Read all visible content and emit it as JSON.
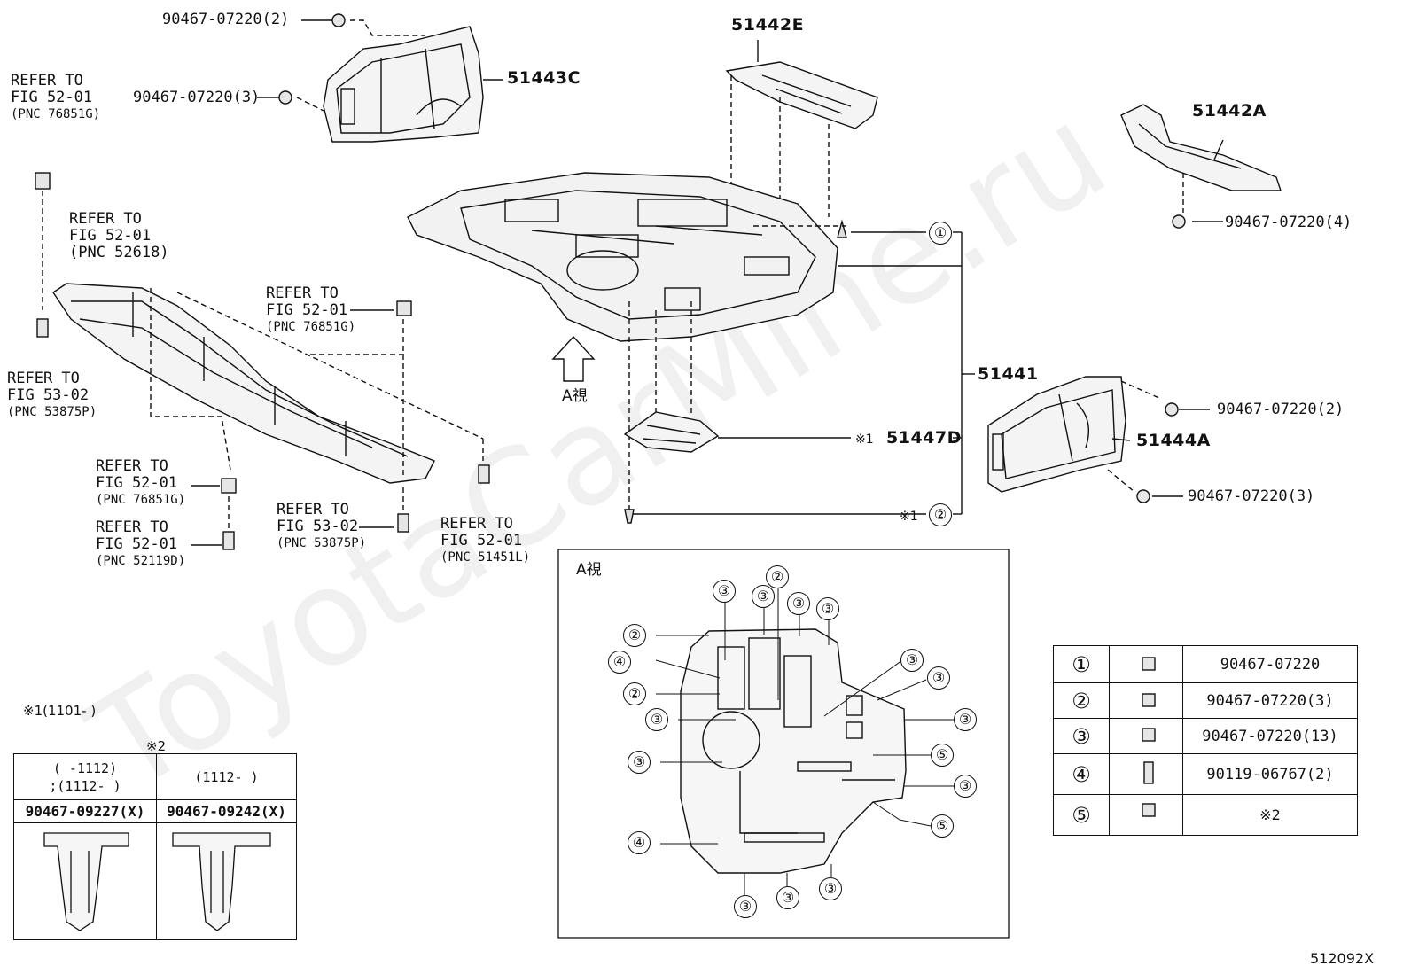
{
  "watermark": "ToyotaCarMine.ru",
  "figure_code": "512092X",
  "parts": {
    "p51443C": "51443C",
    "p51442E": "51442E",
    "p51442A": "51442A",
    "p51441": "51441",
    "p51447D": "51447D",
    "p51444A": "51444A",
    "bolt_top_2": "90467-07220(2)",
    "bolt_top_3": "90467-07220(3)",
    "bolt_right_4": "90467-07220(4)",
    "bolt_right_2": "90467-07220(2)",
    "bolt_right_3": "90467-07220(3)"
  },
  "refers": [
    {
      "line1": "REFER TO",
      "line2": "FIG 52-01",
      "pnc": "(PNC 76851G)"
    },
    {
      "line1": "REFER TO",
      "line2": "FIG 52-01",
      "pnc": "(PNC 52618)"
    },
    {
      "line1": "REFER TO",
      "line2": "FIG 53-02",
      "pnc": "(PNC 53875P)"
    },
    {
      "line1": "REFER TO",
      "line2": "FIG 52-01",
      "pnc": "(PNC 76851G)"
    },
    {
      "line1": "REFER TO",
      "line2": "FIG 52-01",
      "pnc": "(PNC 76851G)"
    },
    {
      "line1": "REFER TO",
      "line2": "FIG 52-01",
      "pnc": "(PNC 52119D)"
    },
    {
      "line1": "REFER TO",
      "line2": "FIG 53-02",
      "pnc": "(PNC 53875P)"
    },
    {
      "line1": "REFER TO",
      "line2": "FIG 52-01",
      "pnc": "(PNC 51451L)"
    }
  ],
  "view_a": {
    "arrow_label": "A視",
    "box_title": "A視"
  },
  "marks": {
    "note1": "※1",
    "note2": "※2"
  },
  "callouts": {
    "c1": "①",
    "c2": "②",
    "c3": "③",
    "c4": "④",
    "c5": "⑤"
  },
  "fastener_table": [
    {
      "num": "①",
      "part": "90467-07220"
    },
    {
      "num": "②",
      "part": "90467-07220(3)"
    },
    {
      "num": "③",
      "part": "90467-07220(13)"
    },
    {
      "num": "④",
      "part": "90119-06767(2)"
    },
    {
      "num": "⑤",
      "part": "※2"
    }
  ],
  "note_box": {
    "title": "※1(1101-     )",
    "col_header": "※2",
    "col1_range1": "(     -1112)",
    "col1_range2": ";(1112-     )",
    "col2_range": "(1112-     )",
    "col1_part": "90467-09227(X)",
    "col2_part": "90467-09242(X)"
  }
}
